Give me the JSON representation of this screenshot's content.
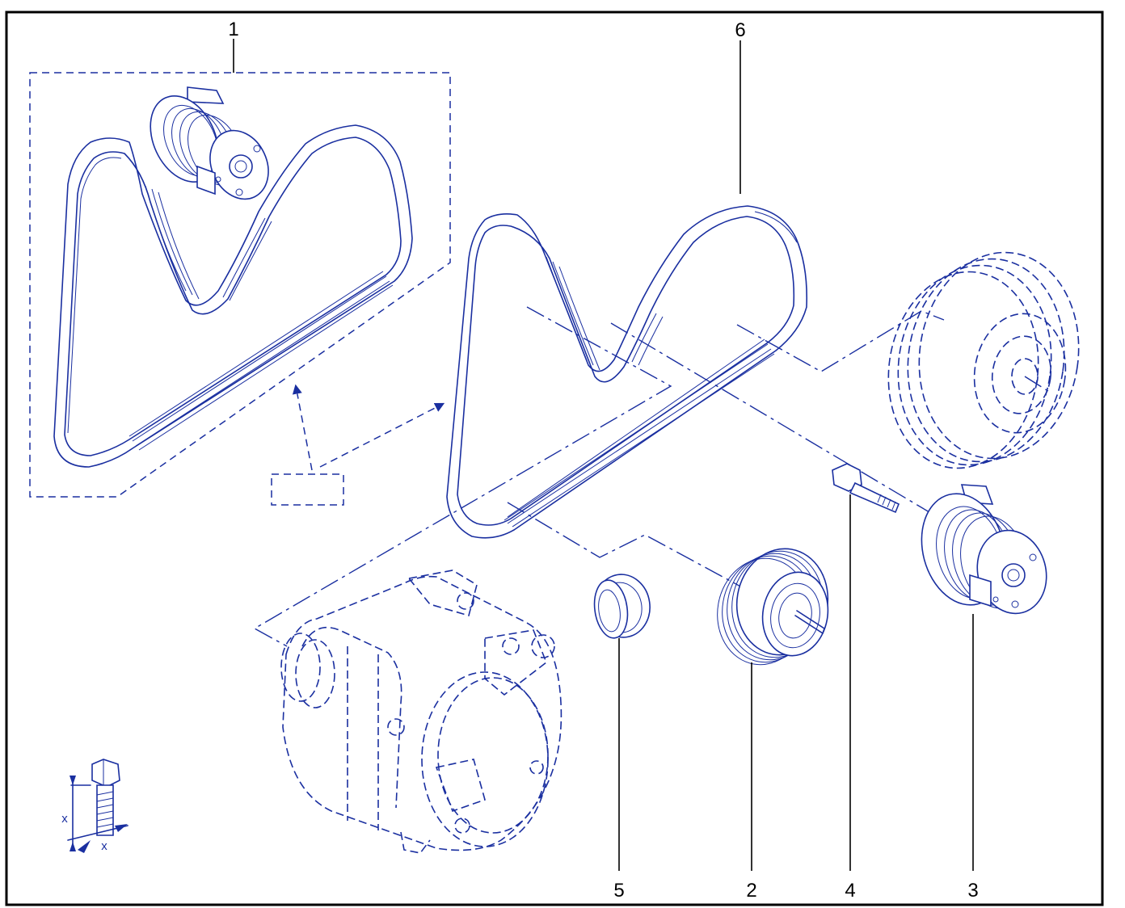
{
  "callouts": [
    {
      "id": "belt_kit",
      "text": "1"
    },
    {
      "id": "idler_pulley",
      "text": "2"
    },
    {
      "id": "tensioner",
      "text": "3"
    },
    {
      "id": "bolt",
      "text": "4"
    },
    {
      "id": "seal",
      "text": "5"
    },
    {
      "id": "belt",
      "text": "6"
    }
  ],
  "bolt_symbol": {
    "dim_vertical": "x",
    "dim_horizontal": "x"
  },
  "colors": {
    "line": "#1a2fa0",
    "frame": "#000000",
    "background": "#ffffff"
  }
}
